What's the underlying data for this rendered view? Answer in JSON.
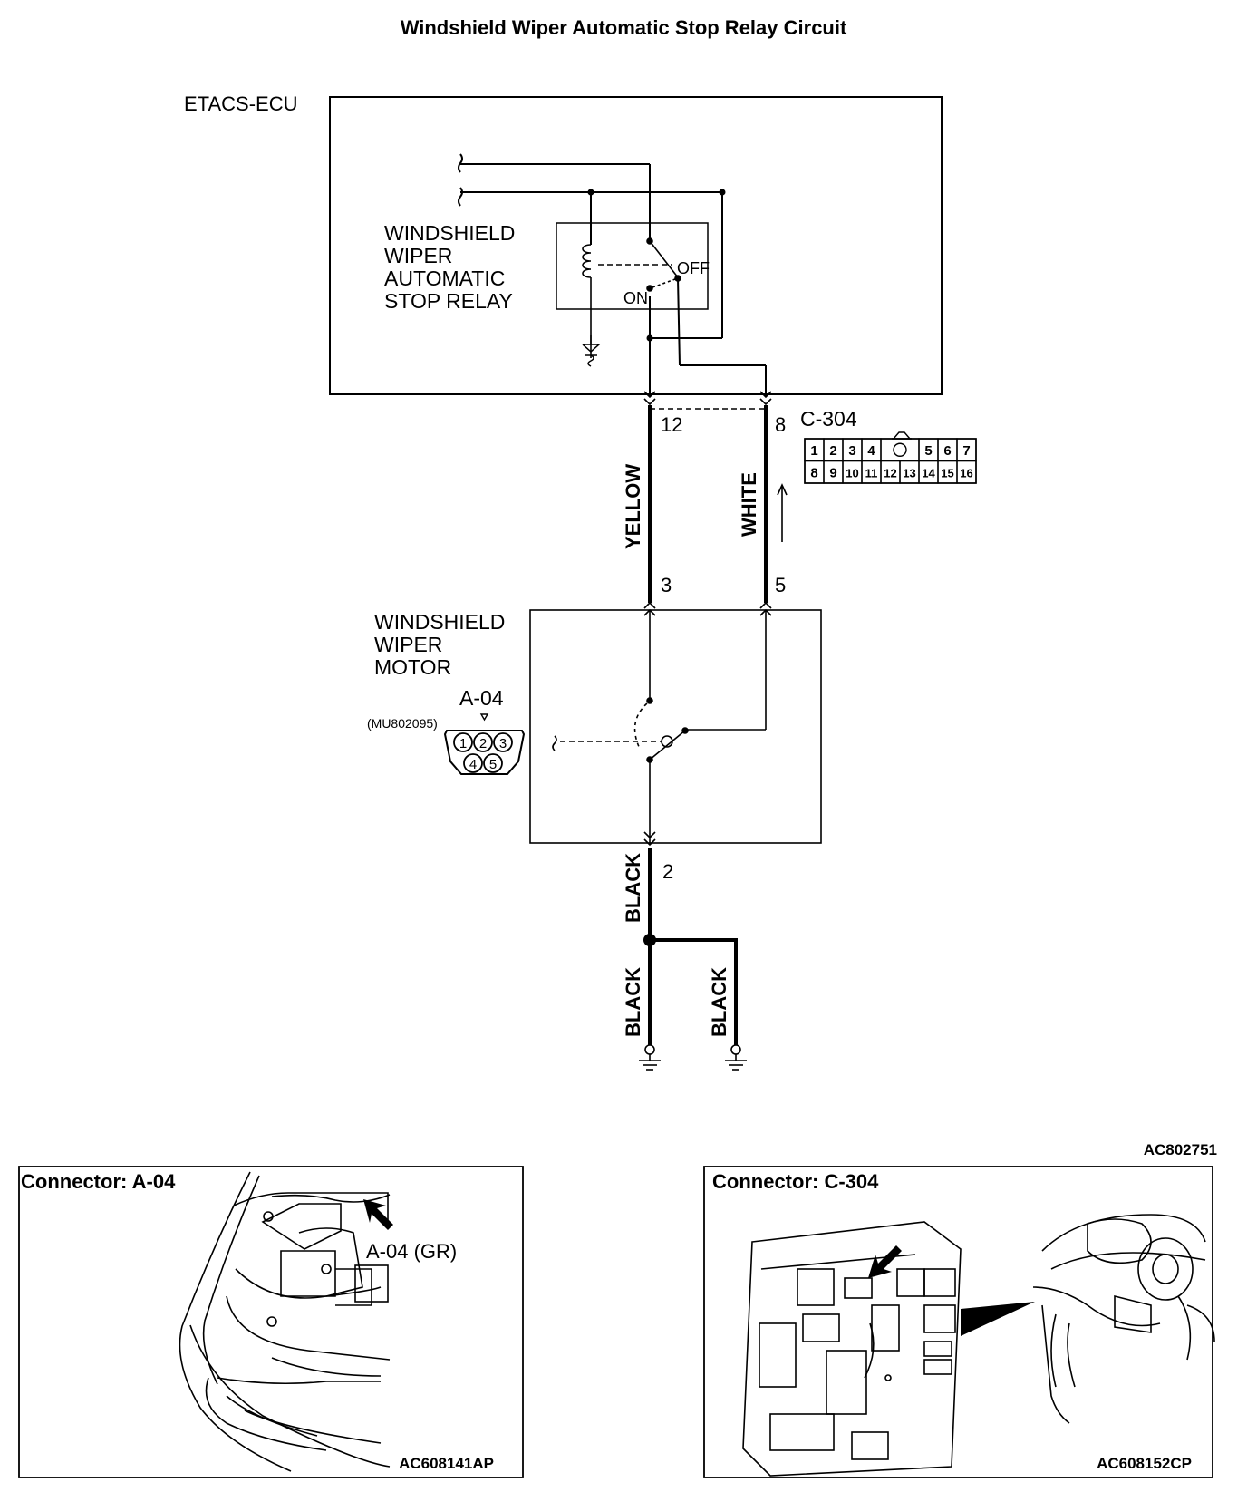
{
  "title": "Windshield Wiper Automatic Stop Relay Circuit",
  "ecu_label": "ETACS-ECU",
  "relay_label": [
    "WINDSHIELD",
    "WIPER",
    "AUTOMATIC",
    "STOP RELAY"
  ],
  "relay_off": "OFF",
  "relay_on": "ON",
  "motor_label": [
    "WINDSHIELD",
    "WIPER",
    "MOTOR"
  ],
  "connector_c304": {
    "name": "C-304",
    "row1": [
      "1",
      "2",
      "3",
      "4",
      "",
      "5",
      "6",
      "7"
    ],
    "row2": [
      "8",
      "9",
      "10",
      "11",
      "12",
      "13",
      "14",
      "15",
      "16"
    ]
  },
  "connector_a04": {
    "name": "A-04",
    "part": "(MU802095)",
    "pins": [
      "1",
      "2",
      "3",
      "4",
      "5"
    ]
  },
  "pins": {
    "ecu_left": "12",
    "ecu_right": "8",
    "motor_left": "3",
    "motor_right": "5",
    "motor_ground": "2"
  },
  "wires": {
    "left": "YELLOW",
    "right": "WHITE",
    "ground": "BLACK",
    "ground_left": "BLACK",
    "ground_right": "BLACK"
  },
  "figure_code": "AC802751",
  "panels": [
    {
      "title": "Connector: A-04",
      "callout": "A-04 (GR)",
      "code": "AC608141AP"
    },
    {
      "title": "Connector: C-304",
      "code": "AC608152CP"
    }
  ]
}
